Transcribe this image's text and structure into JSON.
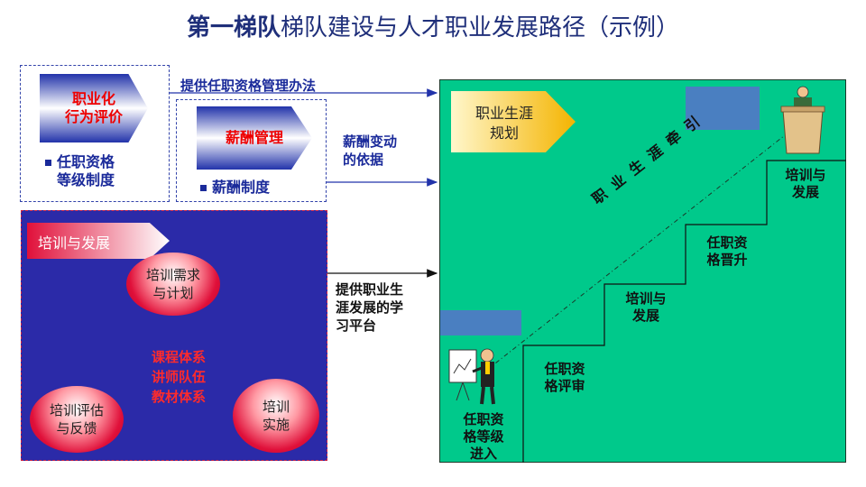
{
  "title": {
    "part1": "第一梯队",
    "part2": "梯队建设与人才职业发展路径（示例）"
  },
  "box1": {
    "arrow_line1": "职业化",
    "arrow_line2": "行为评价",
    "item_line1": "任职资格",
    "item_line2": "等级制度"
  },
  "box2": {
    "arrow": "薪酬管理",
    "item": "薪酬制度"
  },
  "labels": {
    "provide_mgmt": "提供任职资格管理办法",
    "salary_basis_line1": "薪酬变动",
    "salary_basis_line2": "的依据",
    "learn_platform_line1": "提供职业生",
    "learn_platform_line2": "涯发展的学",
    "learn_platform_line3": "习平台"
  },
  "training": {
    "header": "培训与发展",
    "needs_line1": "培训需求",
    "needs_line2": "与计划",
    "implement_line1": "培训",
    "implement_line2": "实施",
    "evaluate_line1": "培训评估",
    "evaluate_line2": "与反馈",
    "center_line1": "课程体系",
    "center_line2": "讲师队伍",
    "center_line3": "教材体系"
  },
  "career": {
    "arrow_line1": "职业生涯",
    "arrow_line2": "规划",
    "guide": [
      "职",
      "业",
      "生",
      "涯",
      "牵",
      "引"
    ],
    "step1": [
      "任职资",
      "格等级",
      "进入"
    ],
    "step2": [
      "任职资",
      "格评审"
    ],
    "step3": [
      "培训与",
      "发展"
    ],
    "step4": [
      "任职资",
      "格晋升"
    ],
    "step5": [
      "培训与",
      "发展"
    ]
  },
  "colors": {
    "blue_panel": "#2b2aa8",
    "green_panel": "#00c98b",
    "accent_red": "#e00000",
    "title_blue": "#1f2f7a"
  }
}
